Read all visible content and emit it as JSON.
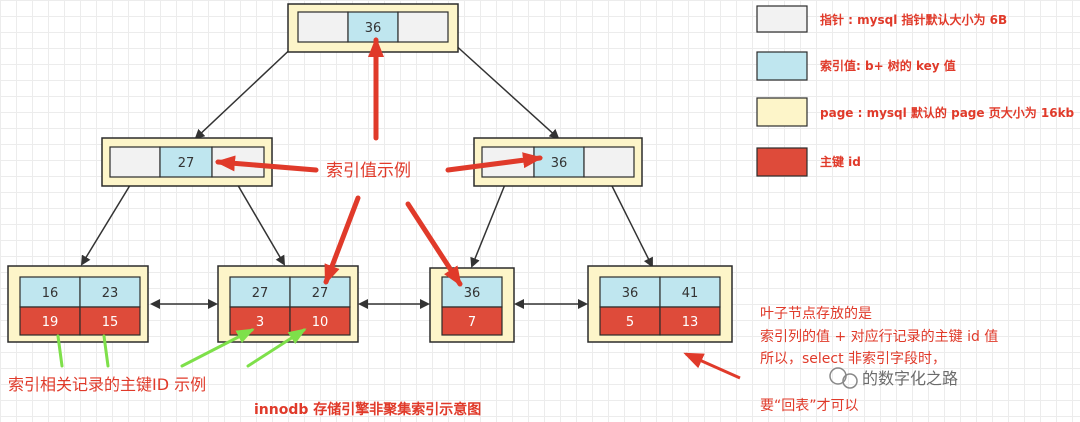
{
  "nodes": {
    "root": {
      "key": "36"
    },
    "mid_left": {
      "key": "27"
    },
    "mid_right": {
      "key": "36"
    },
    "leaf1": {
      "keys": [
        "16",
        "23"
      ],
      "ids": [
        "19",
        "15"
      ]
    },
    "leaf2": {
      "keys": [
        "27",
        "27"
      ],
      "ids": [
        "3",
        "10"
      ]
    },
    "leaf3": {
      "keys": [
        "36"
      ],
      "ids": [
        "7"
      ]
    },
    "leaf4": {
      "keys": [
        "36",
        "41"
      ],
      "ids": [
        "5",
        "13"
      ]
    }
  },
  "legend": [
    {
      "label": "指针 : mysql 指针默认大小为 6B",
      "color": "#f2f2f2"
    },
    {
      "label": "索引值: b+ 树的 key 值",
      "color": "#bfe6ef"
    },
    {
      "label": "page : mysql 默认的 page 页大小为 16kb",
      "color": "#fdf5c9"
    },
    {
      "label": "主键 id",
      "color": "#de4b3a"
    }
  ],
  "annotations": {
    "index_example": "索引值示例",
    "pk_example": "索引相关记录的主键ID 示例",
    "caption": "innodb 存储引擎非聚集索引示意图",
    "leaf_note": [
      "叶子节点存放的是",
      "索引列的值 + 对应行记录的主键 id 值",
      "所以，select 非索引字段时，",
      "要“回表”才可以"
    ]
  },
  "watermark": "的数字化之路",
  "colors": {
    "annotation_red": "#e03a2a",
    "pointer_gray": "#f2f2f2",
    "key_blue": "#bfe6ef",
    "page_yellow": "#fdf5c9",
    "pk_red": "#de4b3a",
    "green_arrow": "#7ee04a"
  }
}
